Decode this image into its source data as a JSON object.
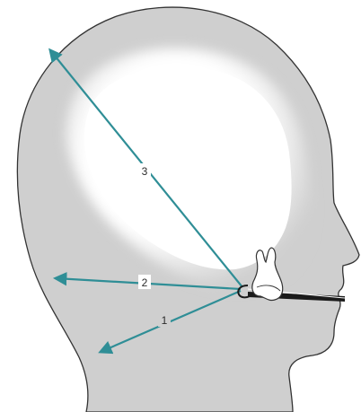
{
  "figure": {
    "rays": [
      {
        "id": "ray-1",
        "label": "1"
      },
      {
        "id": "ray-2",
        "label": "2"
      },
      {
        "id": "ray-3",
        "label": "3"
      }
    ]
  },
  "colors": {
    "background": "#ffffff",
    "head_fill": "#cfcfcf",
    "head_outline": "#333333",
    "skull_highlight": "#ffffff",
    "ray": "#2f8e96",
    "film_holder": "#1a1a1a",
    "tooth_fill": "#ffffff",
    "tooth_outline": "#333333"
  },
  "icons": {
    "tooth": "molar-tooth-icon",
    "film_holder": "film-holder-bite-stick-icon"
  }
}
